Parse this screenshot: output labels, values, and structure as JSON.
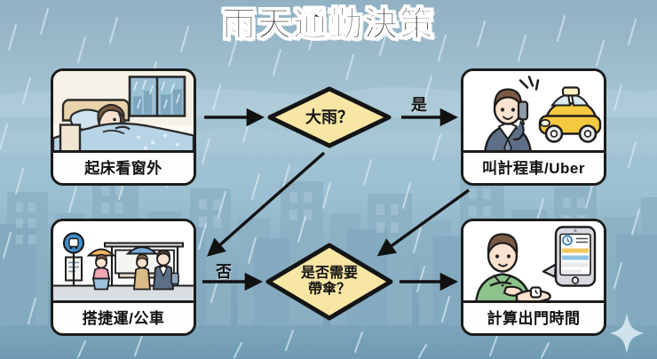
{
  "title": "雨天通勤決策",
  "theme": {
    "sky_top": "#93b2c4",
    "sky_bottom": "#78a0b5",
    "building": "#8fb3c6",
    "rain": "#cfe2ec",
    "diamond_fill": "#f7e6a4",
    "diamond_stroke": "#141414",
    "card_border": "#1b1b1b",
    "card_bg": "#ffffff",
    "ink": "#131313",
    "taxi_yellow": "#f5c93f",
    "shirt_green": "#8cc38a",
    "suit_navy": "#5c6f86"
  },
  "cards": [
    {
      "id": "wake",
      "caption": "起床看窗外",
      "scene_name": "person-in-bed-looking-at-rainy-window"
    },
    {
      "id": "taxi",
      "caption": "叫計程車/Uber",
      "scene_name": "man-calling-taxi-on-phone"
    },
    {
      "id": "transit",
      "caption": "搭捷運/公車",
      "scene_name": "commuters-with-umbrellas-at-bus-stop"
    },
    {
      "id": "time",
      "caption": "計算出門時間",
      "scene_name": "man-checking-wristwatch-with-phone"
    }
  ],
  "decisions": [
    {
      "id": "rain",
      "line1": "大雨？",
      "line2": ""
    },
    {
      "id": "umbrella",
      "line1": "是否需要",
      "line2": "帶傘？"
    }
  ],
  "edges": [
    {
      "id": "wake-to-rain",
      "label": "",
      "from": "起床看窗外",
      "to": "大雨？"
    },
    {
      "id": "rain-yes-to-taxi",
      "label": "是",
      "from": "大雨？",
      "to": "叫計程車/Uber"
    },
    {
      "id": "rain-no-to-transit",
      "label": "",
      "from": "大雨？",
      "to": "搭捷運/公車"
    },
    {
      "id": "transit-to-umbrella",
      "label": "否",
      "from": "搭捷運/公車",
      "to": "是否需要帶傘？"
    },
    {
      "id": "taxi-to-umbrella",
      "label": "",
      "from": "叫計程車/Uber",
      "to": "是否需要帶傘？"
    },
    {
      "id": "umbrella-to-time",
      "label": "",
      "from": "是否需要帶傘？",
      "to": "計算出門時間"
    }
  ],
  "decor": {
    "sparkle": "sparkle-star"
  }
}
